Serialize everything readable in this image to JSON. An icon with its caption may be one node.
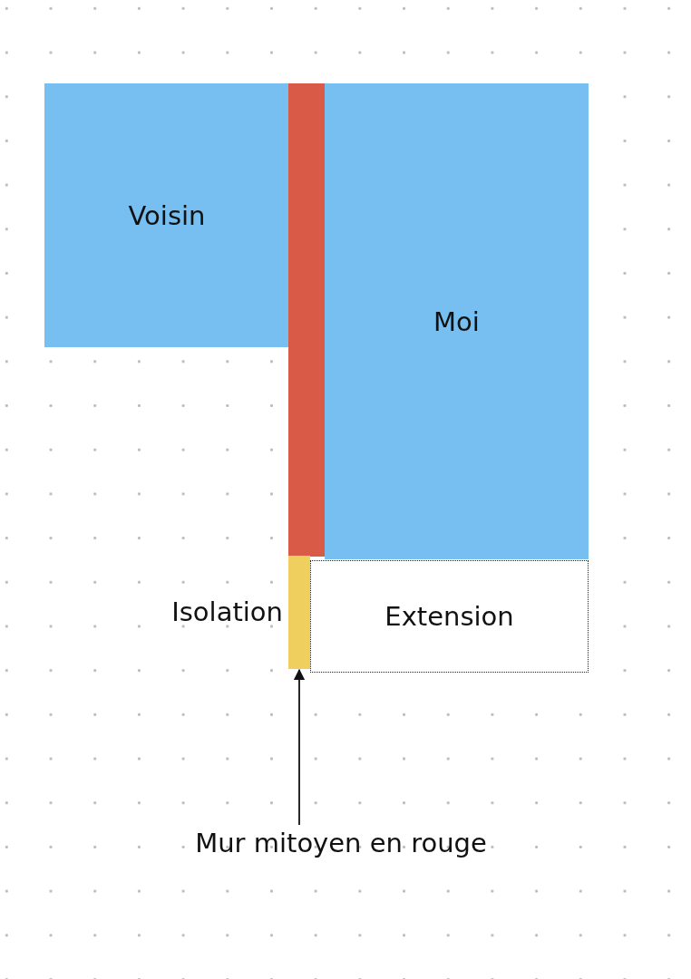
{
  "diagram": {
    "nodes": [
      {
        "text": [
          "Voisin"
        ]
      },
      {
        "text": [],
        "shape": "bar"
      },
      {
        "text": [
          "Moi"
        ]
      },
      {
        "text": [],
        "shape": "bar",
        "beside": [
          "Isolation"
        ]
      },
      {
        "text": [
          "Extension"
        ]
      },
      {
        "text": [
          "Mur mitoyen en rouge"
        ]
      }
    ],
    "edges": [
      {
        "from": 5,
        "to": 3,
        "arrow": "to"
      }
    ]
  }
}
